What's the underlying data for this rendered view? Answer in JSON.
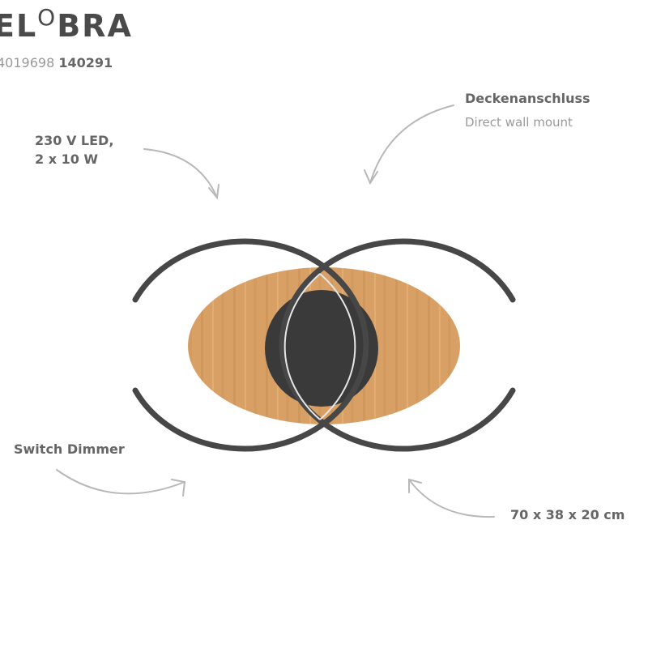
{
  "brand": {
    "logo_pre": "EL",
    "logo_o": "O",
    "logo_post": "BRA",
    "ean": "4019698",
    "article": "140291"
  },
  "labels": {
    "power_line1": "230 V LED,",
    "power_line2": "2 x 10 W",
    "mount_title": "Deckenanschluss",
    "mount_sub": "Direct wall mount",
    "switch": "Switch Dimmer",
    "dimensions": "70 x 38 x 20 cm"
  },
  "colors": {
    "ring": "#4a4a4a",
    "wood": "#d9a065",
    "base": "#3c3c3c",
    "text": "#7a7a7a",
    "arrow": "#b5b5b5"
  }
}
